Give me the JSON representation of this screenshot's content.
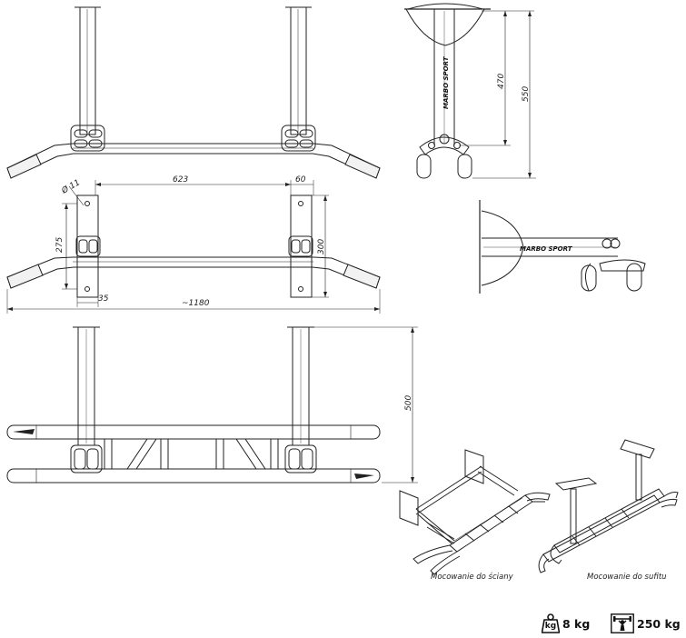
{
  "dimensions": {
    "top_rail_span": "623",
    "bracket_width": "60",
    "bolt_hole": "Ø 11",
    "hole_spacing_275": "275",
    "plate_height_300": "300",
    "offset_35": "35",
    "overall_length": "~1180",
    "wall_distance_470": "470",
    "wall_distance_550": "550",
    "drop_height_500": "500"
  },
  "logo_text": "MARBO SPORT",
  "captions": {
    "wall_mount": "Mocowanie do ściany",
    "ceiling_mount": "Mocowanie do sufitu"
  },
  "specs": {
    "weight": "8 kg",
    "weight_icon_label": "kg",
    "max_load": "250 kg"
  },
  "icons": [
    "weight-icon",
    "max-load-icon"
  ]
}
